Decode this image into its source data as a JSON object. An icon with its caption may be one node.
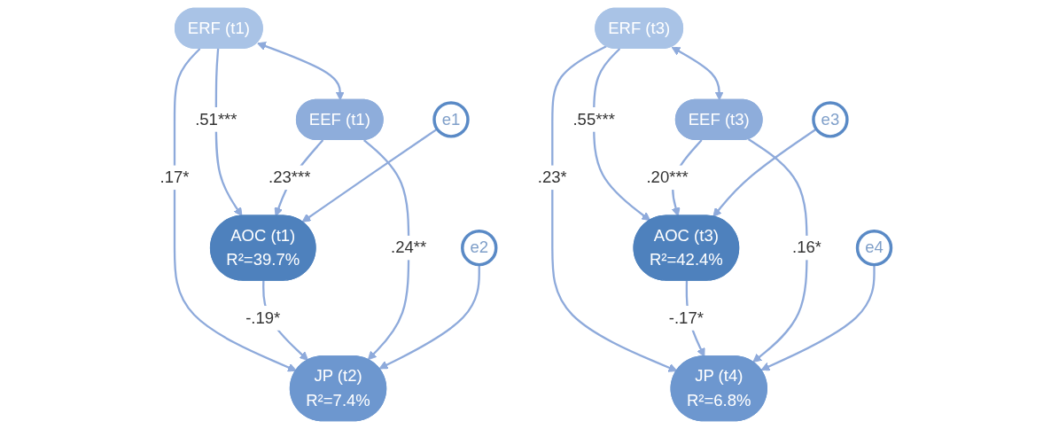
{
  "diagram": {
    "nodes": [
      {
        "text": [
          "ERF (t1)"
        ]
      },
      {
        "text": [
          "EEF (t1)"
        ]
      },
      {
        "text": [
          "e1"
        ]
      },
      {
        "text": [
          "AOC (t1)",
          "R²=39.7%"
        ]
      },
      {
        "text": [
          "e2"
        ]
      },
      {
        "text": [
          "JP (t2)",
          "R²=7.4%"
        ]
      },
      {
        "text": [
          "ERF (t3)"
        ]
      },
      {
        "text": [
          "EEF (t3)"
        ]
      },
      {
        "text": [
          "e3"
        ]
      },
      {
        "text": [
          "AOC (t3)",
          "R²=42.4%"
        ]
      },
      {
        "text": [
          "e4"
        ]
      },
      {
        "text": [
          "JP (t4)",
          "R²=6.8%"
        ]
      }
    ],
    "edges": [
      {
        "from": 0,
        "to": 1,
        "arrow": "both"
      },
      {
        "from": 0,
        "to": 3,
        "arrow": "to",
        "label": ".51***"
      },
      {
        "from": 1,
        "to": 3,
        "arrow": "to",
        "label": ".23***"
      },
      {
        "from": 2,
        "to": 3,
        "arrow": "to"
      },
      {
        "from": 0,
        "to": 5,
        "arrow": "to",
        "label": ".17*"
      },
      {
        "from": 3,
        "to": 5,
        "arrow": "to",
        "label": "-.19*"
      },
      {
        "from": 1,
        "to": 5,
        "arrow": "to",
        "label": ".24**"
      },
      {
        "from": 4,
        "to": 5,
        "arrow": "to"
      },
      {
        "from": 6,
        "to": 7,
        "arrow": "both"
      },
      {
        "from": 6,
        "to": 9,
        "arrow": "to",
        "label": ".55***"
      },
      {
        "from": 7,
        "to": 9,
        "arrow": "to",
        "label": ".20***"
      },
      {
        "from": 8,
        "to": 9,
        "arrow": "to"
      },
      {
        "from": 6,
        "to": 11,
        "arrow": "to",
        "label": ".23*"
      },
      {
        "from": 9,
        "to": 11,
        "arrow": "to",
        "label": "-.17*"
      },
      {
        "from": 7,
        "to": 11,
        "arrow": "to",
        "label": ".16*"
      },
      {
        "from": 10,
        "to": 11,
        "arrow": "to"
      }
    ]
  }
}
